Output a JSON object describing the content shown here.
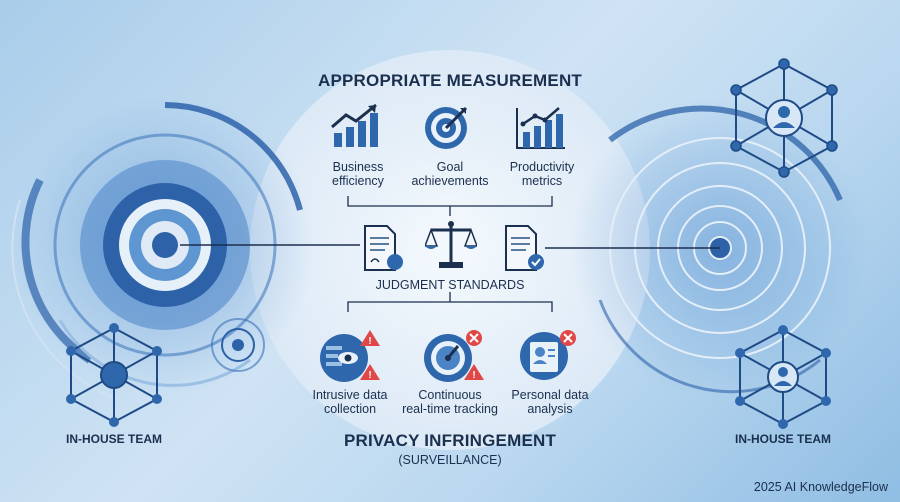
{
  "top": {
    "title": "APPROPRIATE MEASUREMENT",
    "items": [
      {
        "label": "Business\nefficiency",
        "icon": "rising-bar-chart-icon"
      },
      {
        "label": "Goal\nachievements",
        "icon": "target-arrow-icon"
      },
      {
        "label": "Productivity\nmetrics",
        "icon": "metrics-chart-icon"
      }
    ]
  },
  "middle": {
    "label": "JUDGMENT STANDARDS",
    "icons": [
      "signed-document-icon",
      "balance-scale-icon",
      "approved-document-icon"
    ]
  },
  "bottom": {
    "items": [
      {
        "label": "Intrusive data\ncollection",
        "icon": "eye-monitoring-icon"
      },
      {
        "label": "Continuous\nreal-time tracking",
        "icon": "tracking-gauge-icon"
      },
      {
        "label": "Personal data\nanalysis",
        "icon": "profile-card-icon"
      }
    ],
    "title": "PRIVACY INFRINGEMENT",
    "subtitle": "(SURVEILLANCE)"
  },
  "left_team": {
    "label": "IN-HOUSE TEAM",
    "icon": "network-hexagon-icon"
  },
  "right_team": {
    "label": "IN-HOUSE TEAM",
    "icon": "network-hexagon-person-icon"
  },
  "top_right_icon": "network-hexagon-person-icon",
  "brand": "2025 AI KnowledgeFlow",
  "colors": {
    "primary": "#2f67ad",
    "dark": "#1b2f4e",
    "warning": "#e04848",
    "light": "#e9f2fa"
  }
}
